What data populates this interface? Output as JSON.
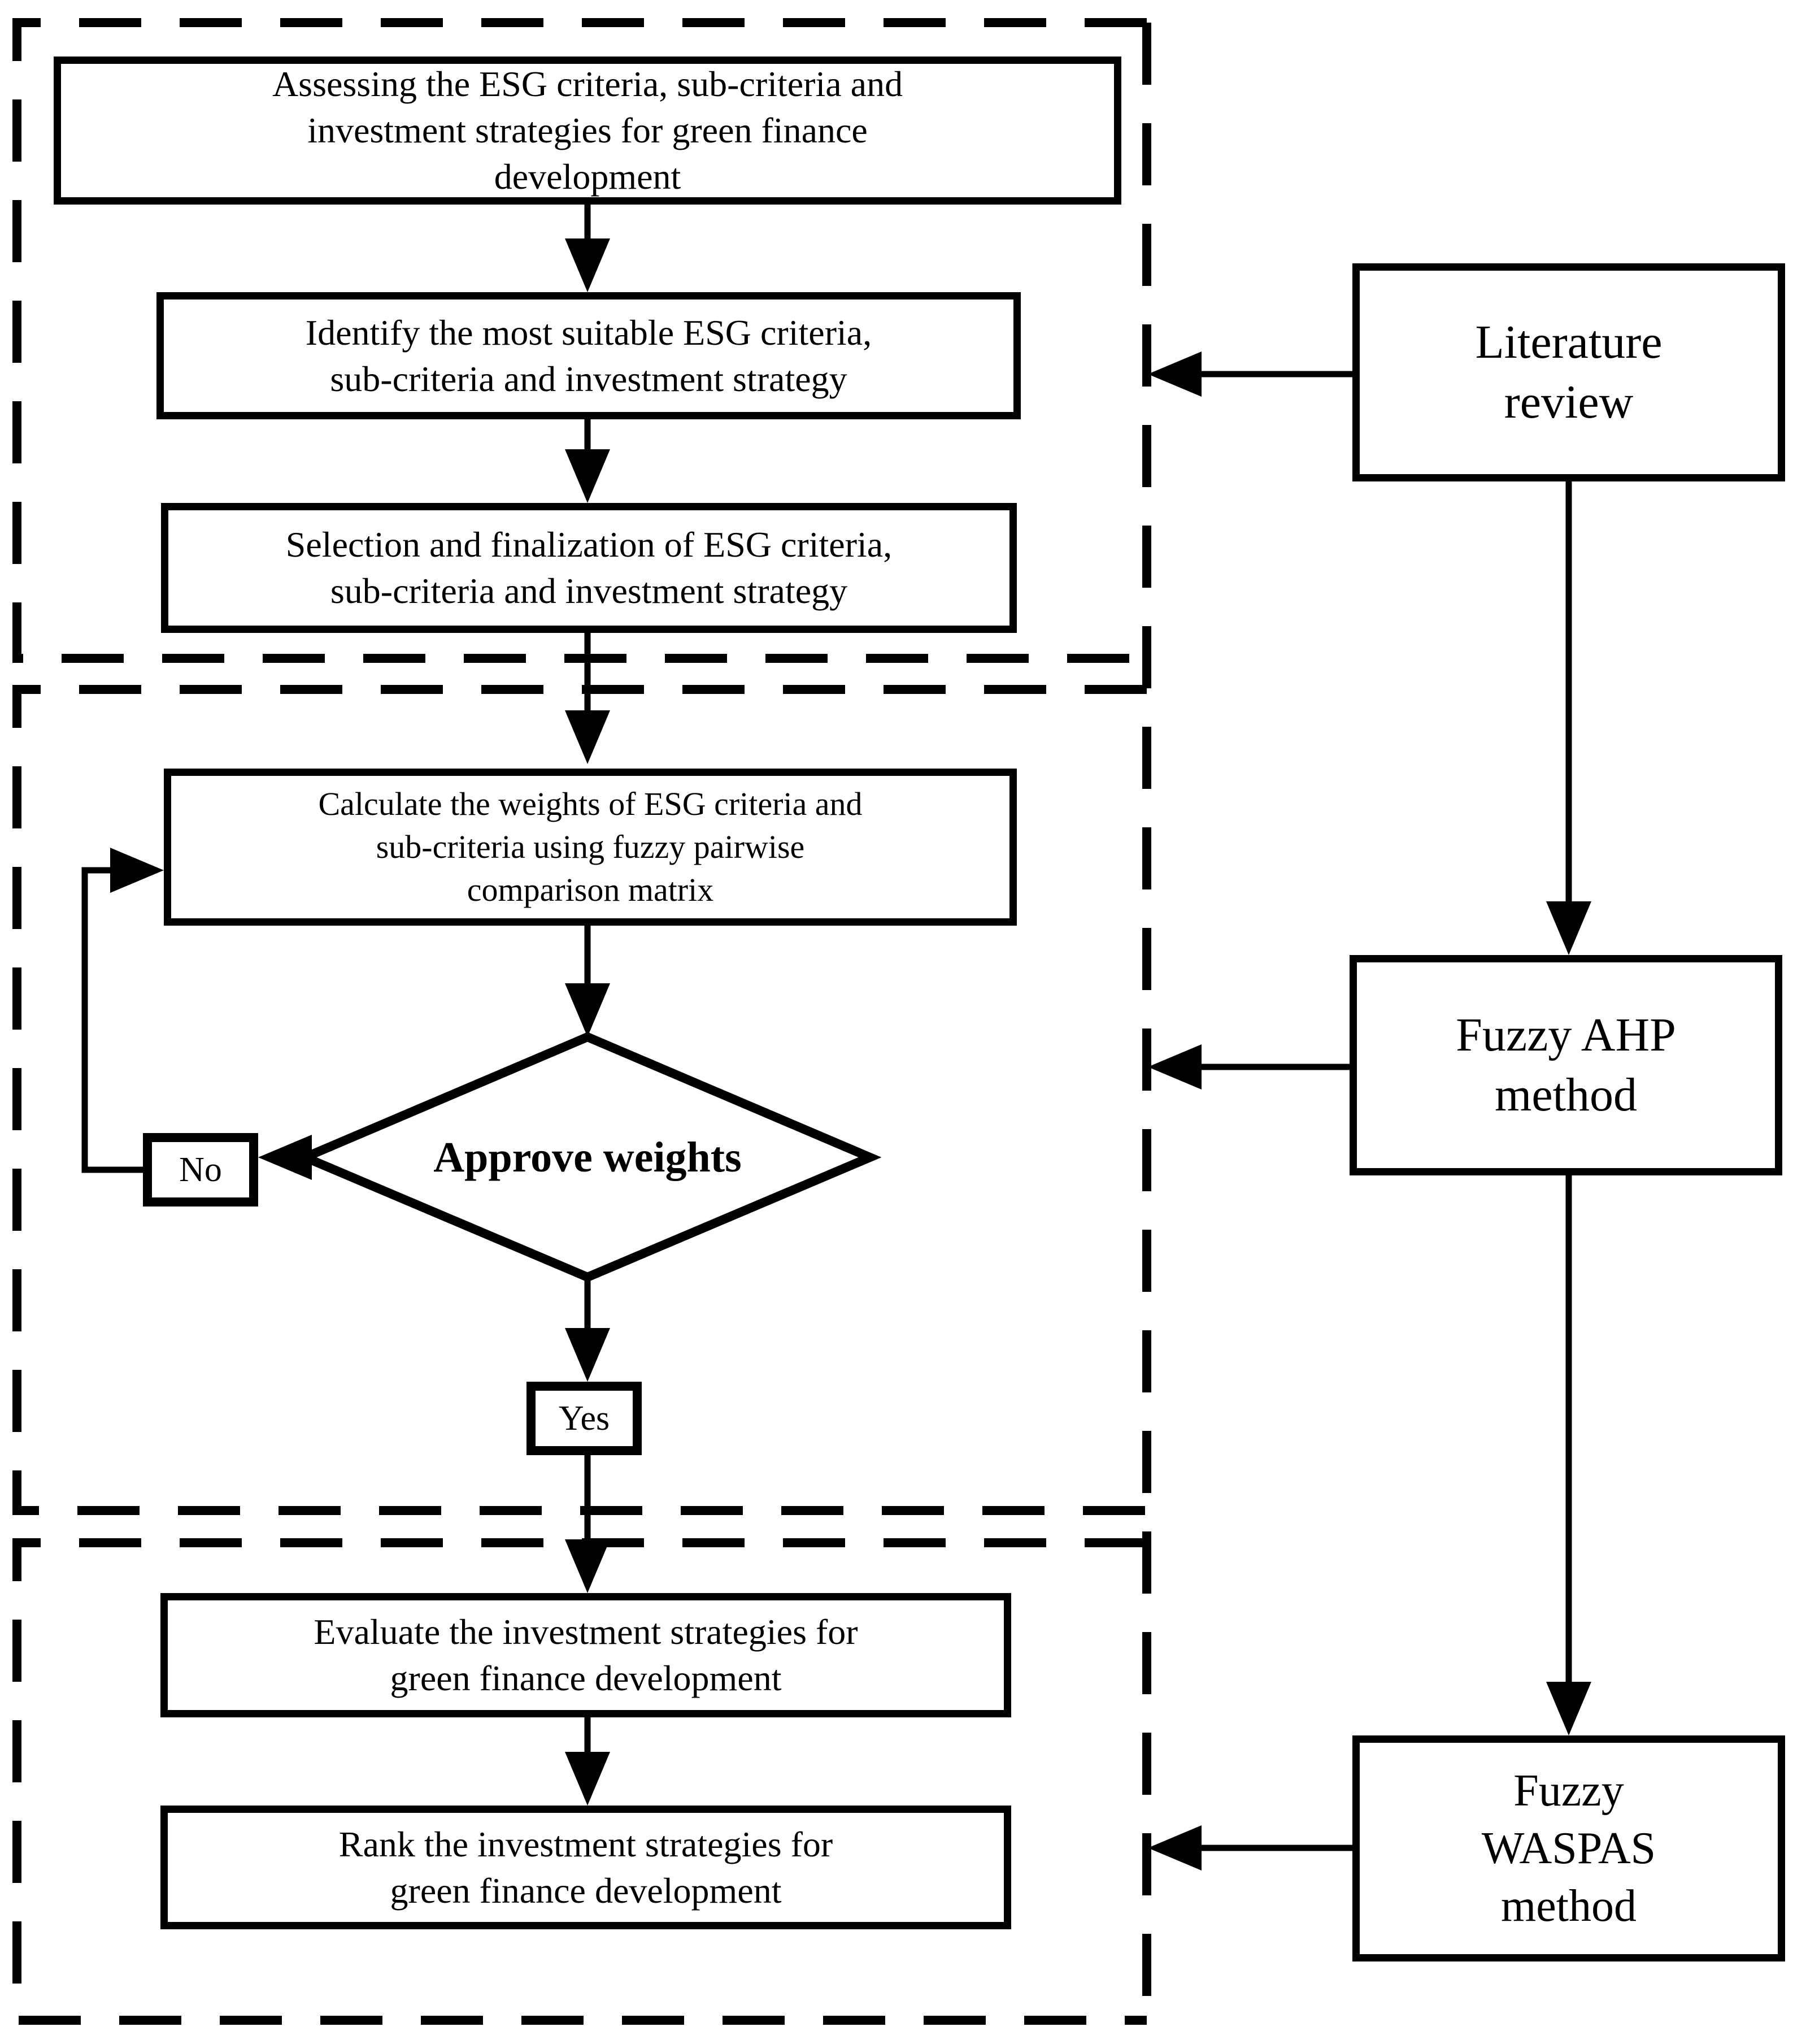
{
  "page": {
    "background": "#ffffff",
    "ink": "#000000",
    "description": "Research methodology flowchart for green finance development"
  },
  "flow": {
    "box_assess": {
      "lines": [
        "Assessing the ESG criteria, sub-criteria and",
        "investment strategies for green finance",
        "development"
      ]
    },
    "box_identify": {
      "lines": [
        "Identify the most suitable ESG criteria,",
        "sub-criteria and investment strategy"
      ]
    },
    "box_select": {
      "lines": [
        "Selection and finalization of ESG criteria,",
        "sub-criteria and investment strategy"
      ]
    },
    "box_calculate": {
      "lines": [
        "Calculate the weights of ESG criteria and",
        "sub-criteria using fuzzy pairwise",
        "comparison matrix"
      ]
    },
    "decision_approve": {
      "label": "Approve weights"
    },
    "label_no": "No",
    "label_yes": "Yes",
    "box_evaluate": {
      "lines": [
        "Evaluate the investment strategies for",
        "green finance development"
      ]
    },
    "box_rank": {
      "lines": [
        "Rank the investment strategies for",
        "green finance development"
      ]
    },
    "box_literature": {
      "lines": [
        "Literature",
        "review"
      ]
    },
    "box_fuzzy_ahp": {
      "lines": [
        "Fuzzy AHP",
        "method"
      ]
    },
    "box_fuzzy_waspas": {
      "lines": [
        "Fuzzy",
        "WASPAS",
        "method"
      ]
    }
  }
}
